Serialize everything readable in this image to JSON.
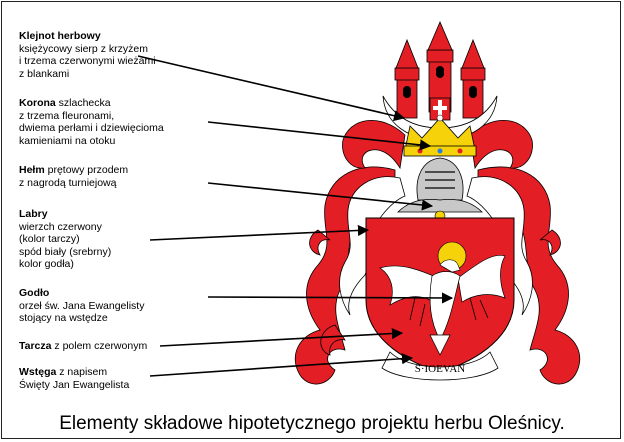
{
  "annotations": [
    {
      "title": "Klejnot herbowy",
      "rest": "",
      "lines": [
        "księżycowy sierp z krzyżem",
        "i trzema czerwonymi wieżami",
        "z blankami"
      ]
    },
    {
      "title": "Korona",
      "rest": " szlachecka",
      "lines": [
        "z trzema fleuronami,",
        "dwiema perłami i dziewięcioma",
        "kamieniami na otoku"
      ]
    },
    {
      "title": "Hełm",
      "rest": " prętowy przodem",
      "lines": [
        "z nagrodą turniejową"
      ]
    },
    {
      "title": "Labry",
      "rest": "",
      "lines": [
        "wierzch czerwony",
        "(kolor tarczy)",
        "spód biały (srebrny)",
        "kolor godła)"
      ]
    },
    {
      "title": "Godło",
      "rest": "",
      "lines": [
        "orzeł św. Jana Ewangelisty",
        "stojący na wstędze"
      ]
    },
    {
      "title": "Tarcza",
      "rest": " z polem czerwonym",
      "lines": []
    },
    {
      "title": "Wstęga",
      "rest": " z napisem",
      "lines": [
        "Święty Jan Ewangelista"
      ]
    }
  ],
  "ribbon_text": "S·IOEVAN",
  "caption": "Elementy składowe hipotetycznego projektu herbu Oleśnicy.",
  "colors": {
    "red": "#e31e24",
    "white": "#ffffff",
    "gold": "#f5d20a",
    "grey": "#c8c8c8"
  }
}
